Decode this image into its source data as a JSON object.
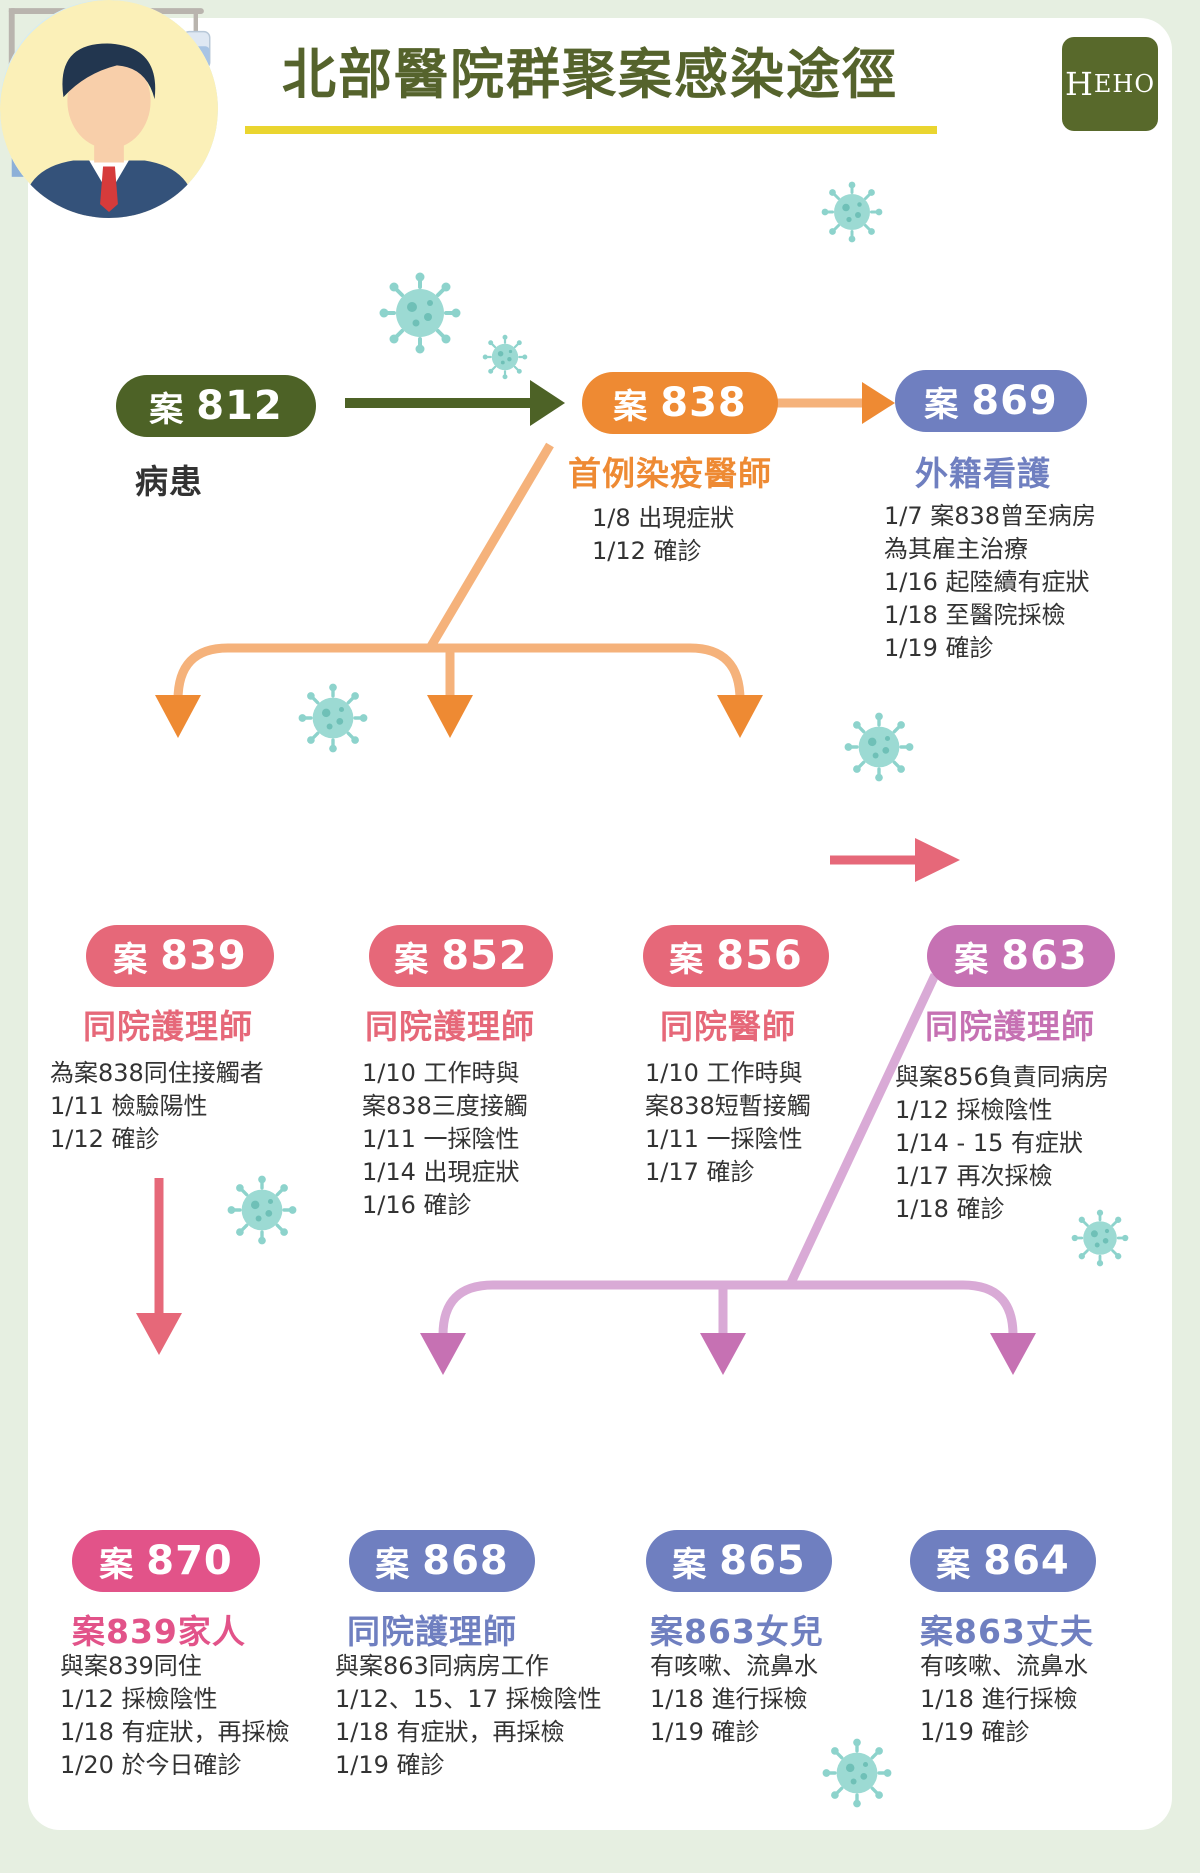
{
  "title": "北部醫院群聚案感染途徑",
  "logo": "HEHO",
  "case_prefix": "案",
  "colors": {
    "title": "#55632c",
    "underline": "#ead52f",
    "green": "#4d6226",
    "orange": "#ee8a33",
    "indigo": "#6f7fc0",
    "red": "#e66879",
    "purple": "#c671b3",
    "magenta": "#e25389",
    "arrow_green": "#4d6226",
    "arrow_orange": "#f5b27b",
    "arrow_red": "#e66879",
    "arrow_purple": "#d9aad6",
    "virus": "#8dd3cc"
  },
  "cases": {
    "c812": {
      "num": "812",
      "role": "病患",
      "notes": []
    },
    "c838": {
      "num": "838",
      "role": "首例染疫醫師",
      "notes": [
        "1/8 出現症狀",
        "1/12 確診"
      ]
    },
    "c869": {
      "num": "869",
      "role": "外籍看護",
      "notes": [
        "1/7 案838曾至病房",
        "為其雇主治療",
        "1/16 起陸續有症狀",
        "1/18 至醫院採檢",
        "1/19 確診"
      ]
    },
    "c839": {
      "num": "839",
      "role": "同院護理師",
      "notes": [
        "為案838同住接觸者",
        "1/11 檢驗陽性",
        "1/12 確診"
      ]
    },
    "c852": {
      "num": "852",
      "role": "同院護理師",
      "notes": [
        "1/10 工作時與",
        "案838三度接觸",
        "1/11 一採陰性",
        "1/14 出現症狀",
        "1/16 確診"
      ]
    },
    "c856": {
      "num": "856",
      "role": "同院醫師",
      "notes": [
        "1/10 工作時與",
        "案838短暫接觸",
        "1/11 一採陰性",
        "1/17 確診"
      ]
    },
    "c863": {
      "num": "863",
      "role": "同院護理師",
      "notes": [
        "與案856負責同病房",
        "1/12 採檢陰性",
        "1/14 - 15 有症狀",
        "1/17 再次採檢",
        "1/18 確診"
      ]
    },
    "c870": {
      "num": "870",
      "role": "案839家人",
      "notes": [
        "與案839同住",
        "1/12 採檢陰性",
        "1/18 有症狀，再採檢",
        "1/20 於今日確診"
      ]
    },
    "c868": {
      "num": "868",
      "role": "同院護理師",
      "notes": [
        "與案863同病房工作",
        "1/12、15、17 採檢陰性",
        "1/18 有症狀，再採檢",
        "1/19 確診"
      ]
    },
    "c865": {
      "num": "865",
      "role": "案863女兒",
      "notes": [
        "有咳嗽、流鼻水",
        "1/18 進行採檢",
        "1/19 確診"
      ]
    },
    "c864": {
      "num": "864",
      "role": "案863丈夫",
      "notes": [
        "有咳嗽、流鼻水",
        "1/18 進行採檢",
        "1/19 確診"
      ]
    }
  }
}
